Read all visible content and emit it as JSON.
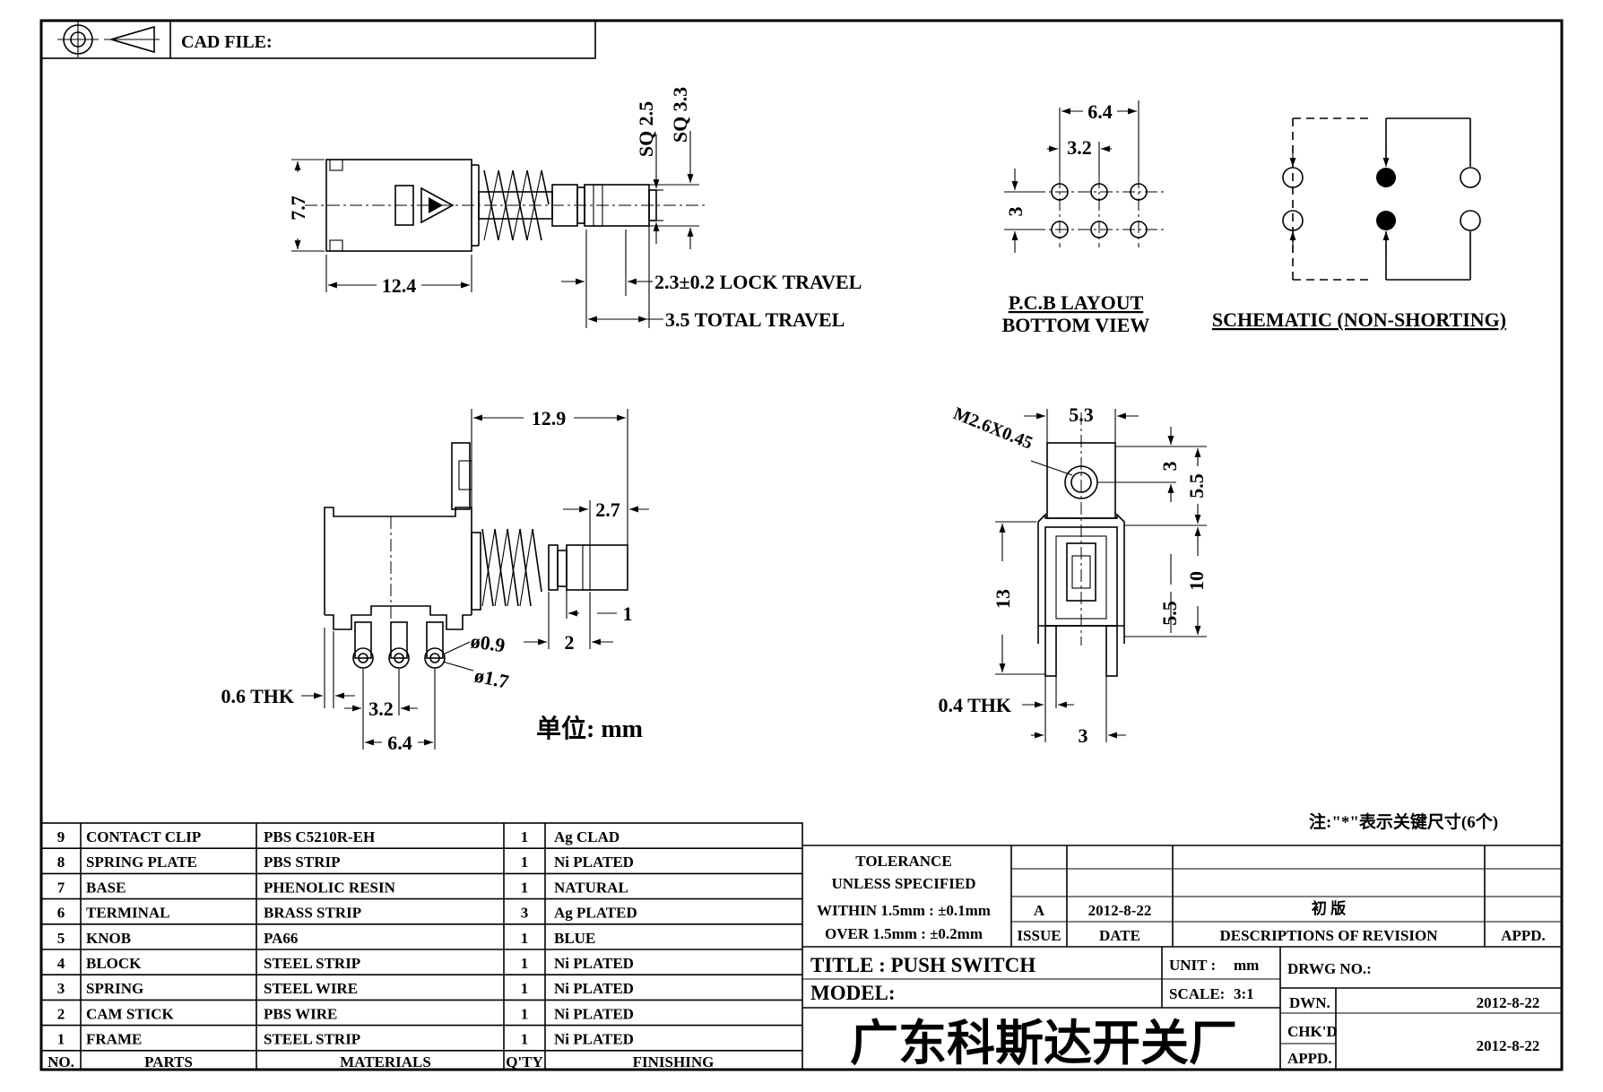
{
  "header": {
    "cad_file_label": "CAD FILE:"
  },
  "view_top": {
    "dim_height": "7.7",
    "dim_length": "12.4",
    "dim_sq1": "SQ 2.5",
    "dim_sq2": "SQ 3.3",
    "lock_travel": "2.3±0.2 LOCK TRAVEL",
    "total_travel": "3.5 TOTAL TRAVEL"
  },
  "pcb_layout": {
    "dim_64": "6.4",
    "dim_32": "3.2",
    "dim_3": "3",
    "title_line1": "P.C.B LAYOUT",
    "title_line2": "BOTTOM VIEW"
  },
  "schematic": {
    "title": "SCHEMATIC (NON-SHORTING)"
  },
  "view_side": {
    "dim_129": "12.9",
    "dim_27": "2.7",
    "dim_2": "2",
    "dim_1": "1",
    "dim_hole1": "ø0.9",
    "dim_hole2": "ø1.7",
    "thk": "0.6 THK",
    "dim_32": "3.2",
    "dim_64": "6.4",
    "unit_note": "单位: mm"
  },
  "view_front": {
    "dim_53": "5.3",
    "screw": "M2.6X0.45",
    "dim_3a": "3",
    "dim_55a": "5.5",
    "dim_13": "13",
    "dim_10": "10",
    "dim_55b": "5.5",
    "thk": "0.4 THK",
    "dim_3b": "3"
  },
  "note": "注:\"*\"表示关键尺寸(6个)",
  "bom": {
    "headers": [
      "NO.",
      "PARTS",
      "MATERIALS",
      "Q'TY",
      "FINISHING"
    ],
    "rows": [
      {
        "no": "9",
        "part": "CONTACT CLIP",
        "material": "PBS C5210R-EH",
        "qty": "1",
        "finish": "Ag CLAD"
      },
      {
        "no": "8",
        "part": "SPRING PLATE",
        "material": "PBS STRIP",
        "qty": "1",
        "finish": "Ni PLATED"
      },
      {
        "no": "7",
        "part": "BASE",
        "material": "PHENOLIC RESIN",
        "qty": "1",
        "finish": "NATURAL"
      },
      {
        "no": "6",
        "part": "TERMINAL",
        "material": "BRASS STRIP",
        "qty": "3",
        "finish": "Ag PLATED"
      },
      {
        "no": "5",
        "part": "KNOB",
        "material": "PA66",
        "qty": "1",
        "finish": "BLUE"
      },
      {
        "no": "4",
        "part": "BLOCK",
        "material": "STEEL STRIP",
        "qty": "1",
        "finish": "Ni PLATED"
      },
      {
        "no": "3",
        "part": "SPRING",
        "material": "STEEL WIRE",
        "qty": "1",
        "finish": "Ni PLATED"
      },
      {
        "no": "2",
        "part": "CAM STICK",
        "material": "PBS WIRE",
        "qty": "1",
        "finish": "Ni PLATED"
      },
      {
        "no": "1",
        "part": "FRAME",
        "material": "STEEL STRIP",
        "qty": "1",
        "finish": "Ni PLATED"
      }
    ]
  },
  "tolerance": {
    "line1": "TOLERANCE",
    "line2": "UNLESS  SPECIFIED",
    "line3": "WITHIN 1.5mm : ±0.1mm",
    "line4": "OVER 1.5mm : ±0.2mm"
  },
  "revision": {
    "issue_value": "A",
    "date_value": "2012-8-22",
    "description_value": "初 版",
    "issue_label": "ISSUE",
    "date_label": "DATE",
    "description_label": "DESCRIPTIONS OF REVISION",
    "appd_label": "APPD."
  },
  "title_block": {
    "title": "TITLE : PUSH SWITCH",
    "model": "MODEL:",
    "unit_label": "UNIT :",
    "unit_value": "mm",
    "scale_label": "SCALE:",
    "scale_value": "3:1",
    "drwg_label": "DRWG NO.:",
    "dwn_label": "DWN.",
    "dwn_date": "2012-8-22",
    "chkd_label": "CHK'D",
    "appd_label": "APPD.",
    "chkd_date": "2012-8-22",
    "company": "广东科斯达开关厂"
  }
}
